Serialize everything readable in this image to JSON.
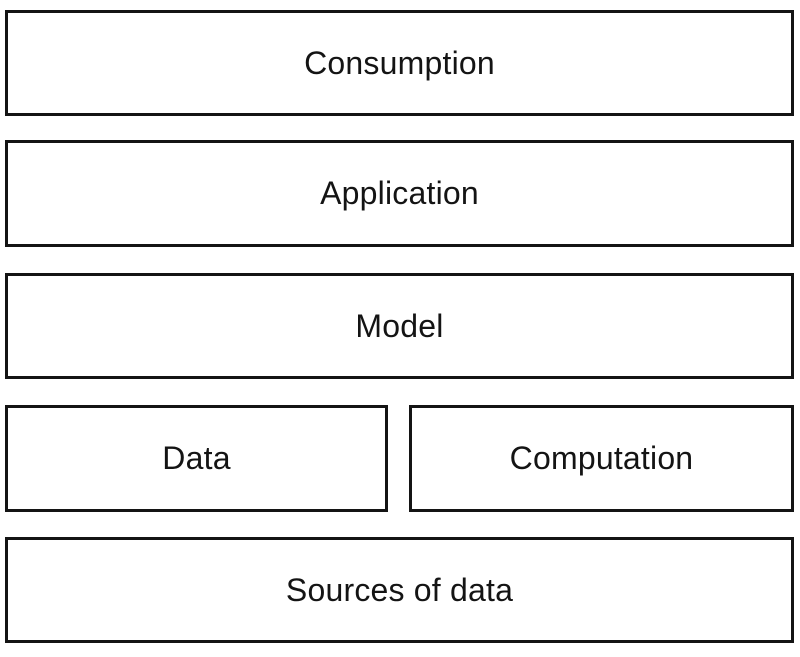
{
  "diagram": {
    "type": "layered-stack",
    "description": "Stack diagram of layers from consumption down to sources of data",
    "colors": {
      "background": "#ffffff",
      "box_fill": "#ffffff",
      "box_border": "#141414",
      "text": "#141414"
    },
    "layers": [
      {
        "id": "consumption",
        "label": "Consumption",
        "row": 1
      },
      {
        "id": "application",
        "label": "Application",
        "row": 2
      },
      {
        "id": "model",
        "label": "Model",
        "row": 3
      },
      {
        "id": "data",
        "label": "Data",
        "row": 4
      },
      {
        "id": "computation",
        "label": "Computation",
        "row": 4
      },
      {
        "id": "sources",
        "label": "Sources of data",
        "row": 5
      }
    ]
  }
}
